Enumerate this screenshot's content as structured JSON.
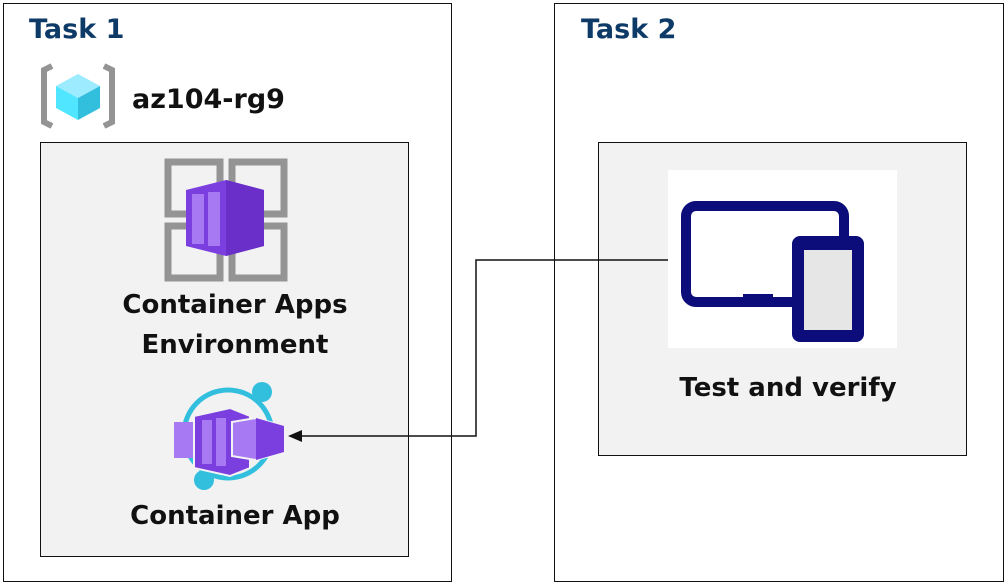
{
  "task1": {
    "title": "Task 1",
    "resource_group": "az104-rg9",
    "environment_label_line1": "Container Apps",
    "environment_label_line2": "Environment",
    "app_label": "Container App"
  },
  "task2": {
    "title": "Task 2",
    "test_label": "Test and verify"
  },
  "colors": {
    "title": "#0d3a66",
    "container_purple": "#7b3fe0",
    "accent_cyan": "#32bedd",
    "device_navy": "#0c0c7a",
    "panel_gray": "#f2f2f2"
  },
  "icons": [
    "resource-group-icon",
    "container-apps-environment-icon",
    "container-app-icon",
    "devices-icon"
  ]
}
